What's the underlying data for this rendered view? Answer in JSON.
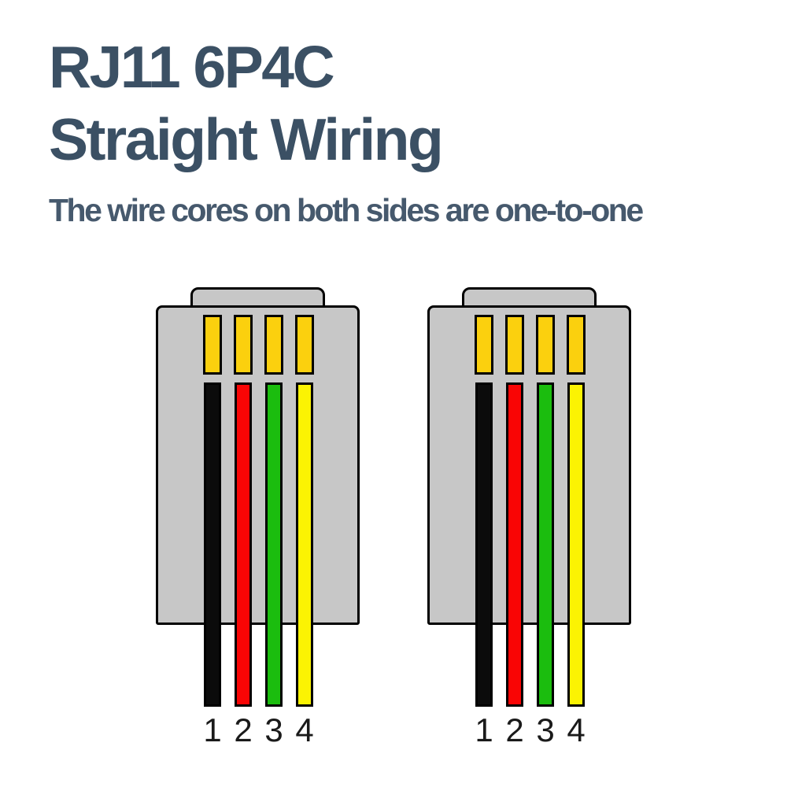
{
  "header": {
    "title_line1": "RJ11 6P4C",
    "title_line2": "Straight Wiring",
    "subtitle": "The wire cores on both sides are one-to-one"
  },
  "colors": {
    "heading_text": "#3B5064",
    "subtitle_text": "#46596D",
    "connector_body": "#C7C7C7",
    "pin_gold": "#FBD00E",
    "label_text": "#1A1A1A"
  },
  "connectors": [
    {
      "side": "left",
      "pin_count": 4,
      "wires": [
        {
          "number": "1",
          "color_name": "black",
          "hex": "#0B0B0B"
        },
        {
          "number": "2",
          "color_name": "red",
          "hex": "#F90505"
        },
        {
          "number": "3",
          "color_name": "green",
          "hex": "#1BBD0E"
        },
        {
          "number": "4",
          "color_name": "yellow",
          "hex": "#FBF303"
        }
      ]
    },
    {
      "side": "right",
      "pin_count": 4,
      "wires": [
        {
          "number": "1",
          "color_name": "black",
          "hex": "#0B0B0B"
        },
        {
          "number": "2",
          "color_name": "red",
          "hex": "#F90505"
        },
        {
          "number": "3",
          "color_name": "green",
          "hex": "#1BBD0E"
        },
        {
          "number": "4",
          "color_name": "yellow",
          "hex": "#FBF303"
        }
      ]
    }
  ]
}
